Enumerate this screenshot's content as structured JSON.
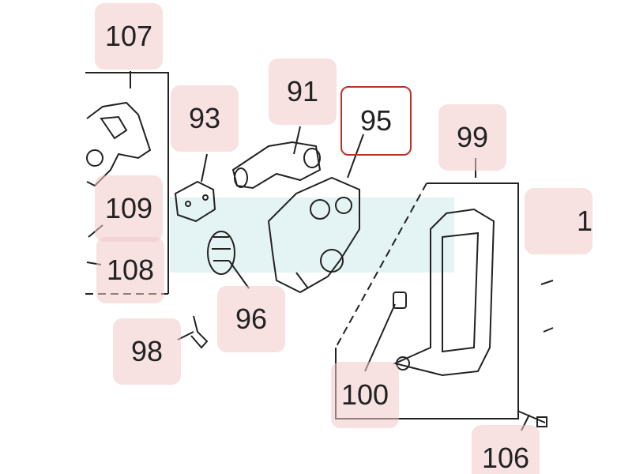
{
  "diagram": {
    "labels": [
      "107",
      "91",
      "93",
      "95",
      "99",
      "109",
      "108",
      "96",
      "98",
      "100",
      "106",
      "1"
    ],
    "selected_label": "95",
    "colors": {
      "label_bg": "#f0c8c8",
      "selected_border": "#c0302a",
      "band": "#e4f3f3"
    }
  }
}
